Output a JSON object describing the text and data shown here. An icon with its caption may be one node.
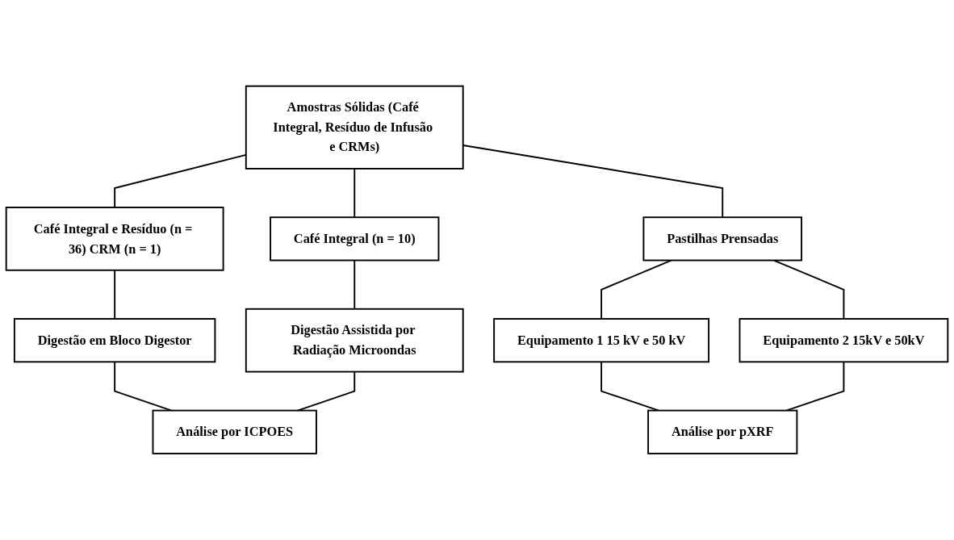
{
  "diagram": {
    "nodes": [
      {
        "text": [
          "Amostras Sólidas (Café Integral, Resíduo de Infusão e CRMs)"
        ]
      },
      {
        "text": [
          "Café Integral e Resíduo (n = 36) CRM (n = 1)"
        ]
      },
      {
        "text": [
          "Café Integral (n = 10)"
        ]
      },
      {
        "text": [
          "Pastilhas Prensadas"
        ]
      },
      {
        "text": [
          "Digestão em Bloco Digestor"
        ]
      },
      {
        "text": [
          "Digestão Assistida por Radiação Microondas"
        ]
      },
      {
        "text": [
          "Equipamento 1 15 kV e 50 kV"
        ]
      },
      {
        "text": [
          "Equipamento 2 15kV e 50kV"
        ]
      },
      {
        "text": [
          "Análise por ICPOES"
        ]
      },
      {
        "text": [
          "Análise por pXRF"
        ]
      }
    ],
    "edges": [
      {
        "from": 0,
        "to": 1,
        "arrow": "none"
      },
      {
        "from": 0,
        "to": 2,
        "arrow": "none"
      },
      {
        "from": 0,
        "to": 3,
        "arrow": "none"
      },
      {
        "from": 1,
        "to": 4,
        "arrow": "none"
      },
      {
        "from": 2,
        "to": 5,
        "arrow": "none"
      },
      {
        "from": 3,
        "to": 6,
        "arrow": "none"
      },
      {
        "from": 3,
        "to": 7,
        "arrow": "none"
      },
      {
        "from": 4,
        "to": 8,
        "arrow": "none"
      },
      {
        "from": 5,
        "to": 8,
        "arrow": "none"
      },
      {
        "from": 6,
        "to": 9,
        "arrow": "none"
      },
      {
        "from": 7,
        "to": 9,
        "arrow": "none"
      }
    ]
  }
}
